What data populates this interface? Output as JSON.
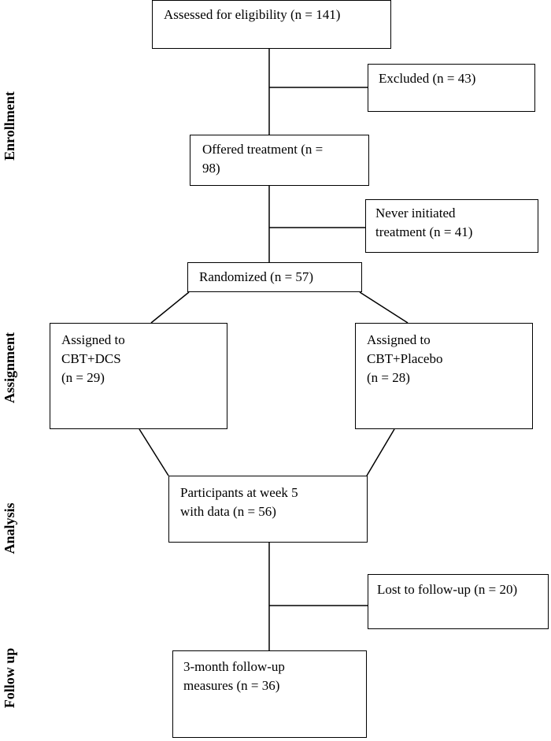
{
  "stages": {
    "enrollment": "Enrollment",
    "assignment": "Assignment",
    "analysis": "Analysis",
    "follow_up": "Follow up"
  },
  "boxes": {
    "assessed": "Assessed for eligibility (n = 141)",
    "excluded": "Excluded (n = 43)",
    "offered": "Offered treatment (n =\n98)",
    "never_initiated": " Never initiated\ntreatment (n = 41)",
    "randomized": "Randomized (n = 57)",
    "dcs": "Assigned to\nCBT+DCS\n(n = 29)",
    "placebo": "Assigned to\nCBT+Placebo\n(n = 28)",
    "week5": "Participants at week 5\nwith data (n = 56)",
    "lost": "Lost to follow-up (n = 20)",
    "followup": "3-month follow-up\nmeasures (n = 36)"
  }
}
